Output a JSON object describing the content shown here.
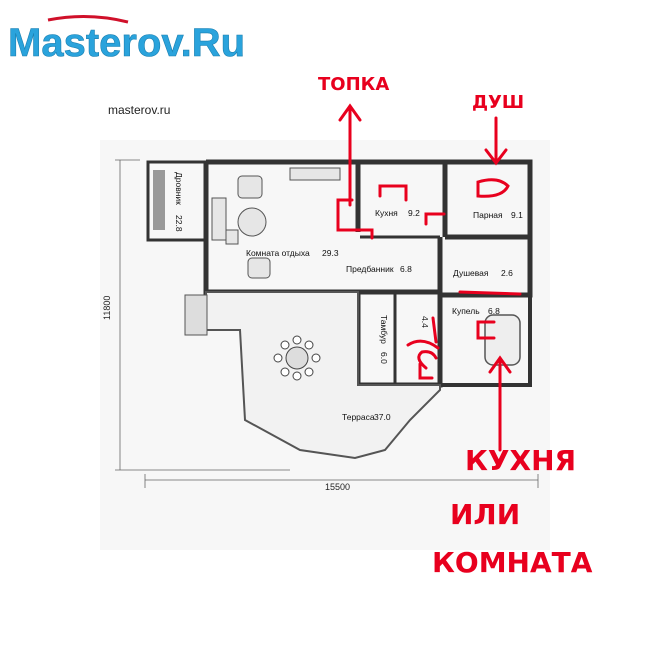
{
  "logo": {
    "text": "Masterov.Ru"
  },
  "caption": "masterov.ru",
  "rooms": {
    "drovnik": {
      "name": "Дровник",
      "area": "22.8"
    },
    "komnata": {
      "name": "Комната отдыха",
      "area": "29.3"
    },
    "kuhnya": {
      "name": "Кухня",
      "area": "9.2"
    },
    "parnaya": {
      "name": "Парная",
      "area": "9.1"
    },
    "predbannik": {
      "name": "Предбанник",
      "area": "6.8"
    },
    "dushevaya": {
      "name": "Душевая",
      "area": "2.6"
    },
    "tambur": {
      "name": "Тамбур",
      "area": "6.0"
    },
    "small": {
      "area": "4.4"
    },
    "kupel": {
      "name": "Купель",
      "area": "6.8"
    },
    "terrasa": {
      "name": "Терраса",
      "area": "37.0"
    }
  },
  "dimensions": {
    "width": "15500",
    "height": "11800"
  },
  "annotations": {
    "topka": "ТОПКА",
    "dush": "ДУШ",
    "kuhnya_or_room_1": "КУХНЯ",
    "kuhnya_or_room_2": "ИЛИ",
    "kuhnya_or_room_3": "КОМНАТА"
  },
  "colors": {
    "annotation": "#e8001e",
    "logo": "#2aa3dc",
    "wall": "#333333"
  }
}
